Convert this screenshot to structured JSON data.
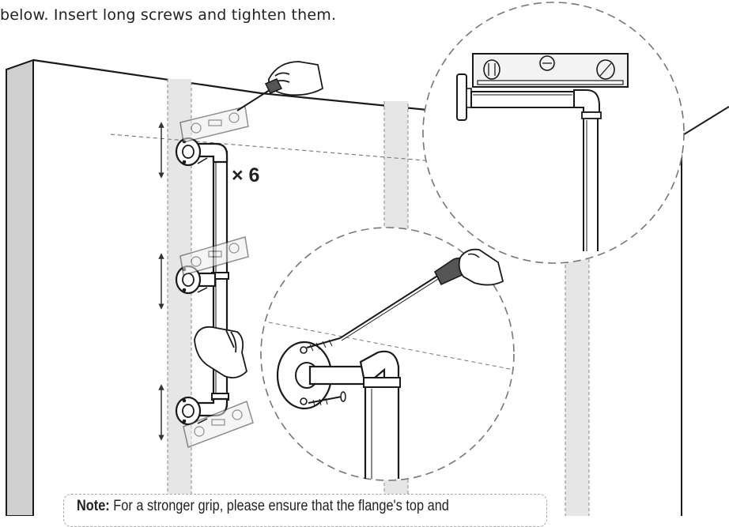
{
  "instruction": "below. Insert long screws and tighten them.",
  "multiplier": "× 6",
  "note": {
    "label": "Note:",
    "text": "For a stronger grip, please ensure that the flange's top and"
  },
  "colors": {
    "line": "#1a1a1a",
    "stud": "#e4e4e4",
    "wall_edge": "#cfcfcf",
    "dash": "#777777",
    "level": "#f0f0f0"
  },
  "icons": [
    "hand-icon",
    "screwdriver-icon",
    "level-icon",
    "flange-icon",
    "double-arrow-icon",
    "screw-icon"
  ]
}
